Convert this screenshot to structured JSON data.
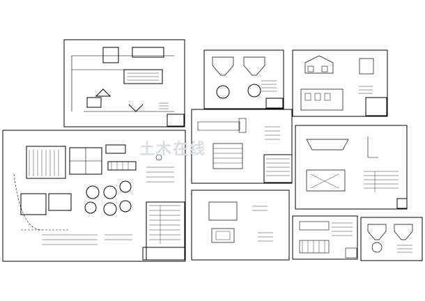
{
  "sheets": [
    {
      "id": "sheet-process-flow"
    },
    {
      "id": "sheet-plant-layout"
    },
    {
      "id": "sheet-tank-sections"
    },
    {
      "id": "sheet-pump-house"
    },
    {
      "id": "sheet-filter-plan"
    },
    {
      "id": "sheet-clarifier-detail"
    },
    {
      "id": "sheet-building-elevation"
    },
    {
      "id": "sheet-equipment-room"
    },
    {
      "id": "sheet-hopper-tank"
    }
  ],
  "watermark": {
    "text": "土木在线"
  },
  "colors": {
    "line": "#000000",
    "watermark": "#d8dde3",
    "background": "#ffffff"
  }
}
